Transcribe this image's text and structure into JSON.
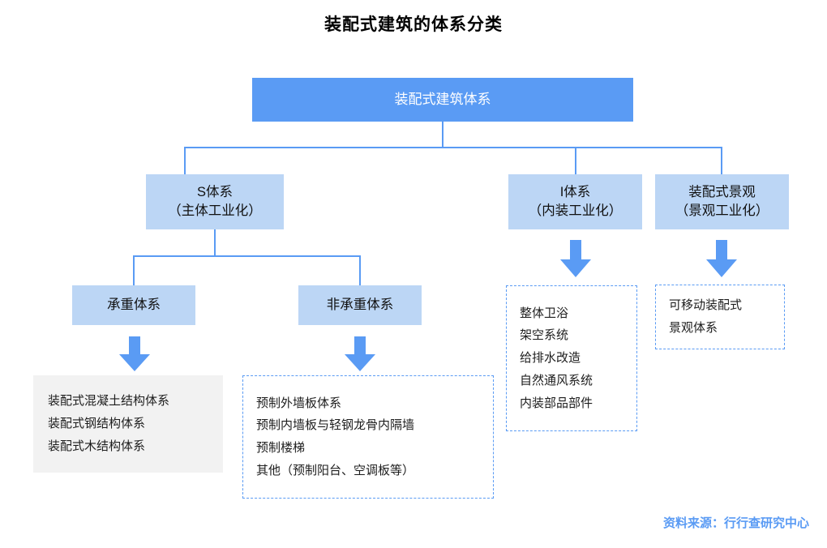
{
  "title": "装配式建筑的体系分类",
  "source": "资料来源：行行查研究中心",
  "colors": {
    "root_fill": "#5a9bf4",
    "node_fill": "#bcd6f5",
    "line": "#5a9bf4",
    "gray_fill": "#f2f2f2",
    "source_text": "#5a9bf4"
  },
  "root": {
    "label": "装配式建筑体系"
  },
  "level2": [
    {
      "line1": "S体系",
      "line2": "（主体工业化）"
    },
    {
      "line1": "I体系",
      "line2": "（内装工业化）"
    },
    {
      "line1": "装配式景观",
      "line2": "（景观工业化）"
    }
  ],
  "level3": [
    {
      "label": "承重体系"
    },
    {
      "label": "非承重体系"
    }
  ],
  "leaves": {
    "load_bearing": {
      "style": "gray",
      "items": [
        "装配式混凝土结构体系",
        "装配式钢结构体系",
        "装配式木结构体系"
      ]
    },
    "non_load_bearing": {
      "style": "dashed",
      "items": [
        "预制外墙板体系",
        "预制内墙板与轻钢龙骨内隔墙",
        "预制楼梯",
        "其他（预制阳台、空调板等）"
      ]
    },
    "interior": {
      "style": "dashed",
      "items": [
        "整体卫浴",
        "架空系统",
        "给排水改造",
        "自然通风系统",
        "内装部品部件"
      ]
    },
    "landscape": {
      "style": "dashed",
      "items": [
        "可移动装配式",
        "景观体系"
      ]
    }
  }
}
